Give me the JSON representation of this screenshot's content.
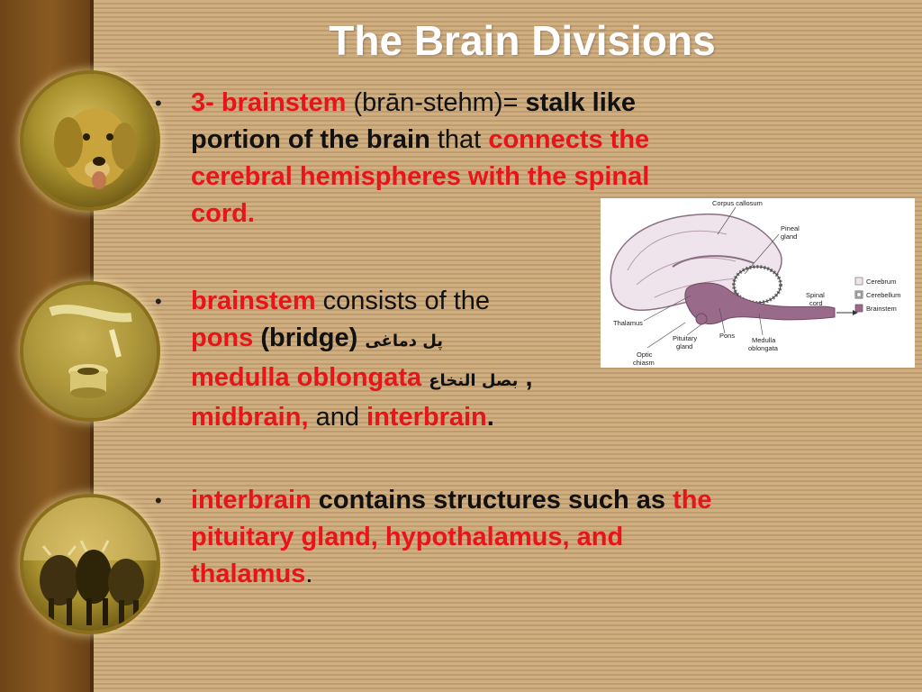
{
  "slide": {
    "title": "The Brain Divisions",
    "bullets": [
      {
        "parts": {
          "a": "3- brainstem",
          "b": " (brān-stehm)= ",
          "c": "stalk like portion of the brain",
          "d": " that ",
          "e": "connects the cerebral hemispheres with the spinal cord."
        }
      },
      {
        "parts": {
          "a": "brainstem",
          "b": " consists of the",
          "c": "pons",
          "d": " (bridge) ",
          "e": "پل دماغی",
          "f": "medulla  oblongata",
          "g": "بصل النخاع",
          "h": "   ,",
          "i": "midbrain,",
          "j": " and ",
          "k": "interbrain",
          "l": "."
        }
      },
      {
        "parts": {
          "a": "interbrain",
          "b": " contains structures such as ",
          "c": "the pituitary gland, hypothalamus, and thalamus",
          "d": "."
        }
      }
    ],
    "bullet_symbol": "•"
  },
  "diagram": {
    "labels": {
      "corpus_callosum": "Corpus callosum",
      "pineal_1": "Pineal",
      "pineal_2": "gland",
      "spinal_1": "Spinal",
      "spinal_2": "cord",
      "thalamus": "Thalamus",
      "pituitary_1": "Pituitary",
      "pituitary_2": "gland",
      "pons": "Pons",
      "medulla_1": "Medulla",
      "medulla_2": "oblongata",
      "optic_1": "Optic",
      "optic_2": "chiasm"
    },
    "legend": [
      "Cerebrum",
      "Cerebellum",
      "Brainstem"
    ],
    "colors": {
      "cerebrum": "#f0e4ec",
      "brainstem": "#9a6a8a",
      "outline": "#8a6f82"
    }
  },
  "sidebar_images": [
    "dog-photo",
    "chemistry-lab-photo",
    "cattle-photo"
  ]
}
